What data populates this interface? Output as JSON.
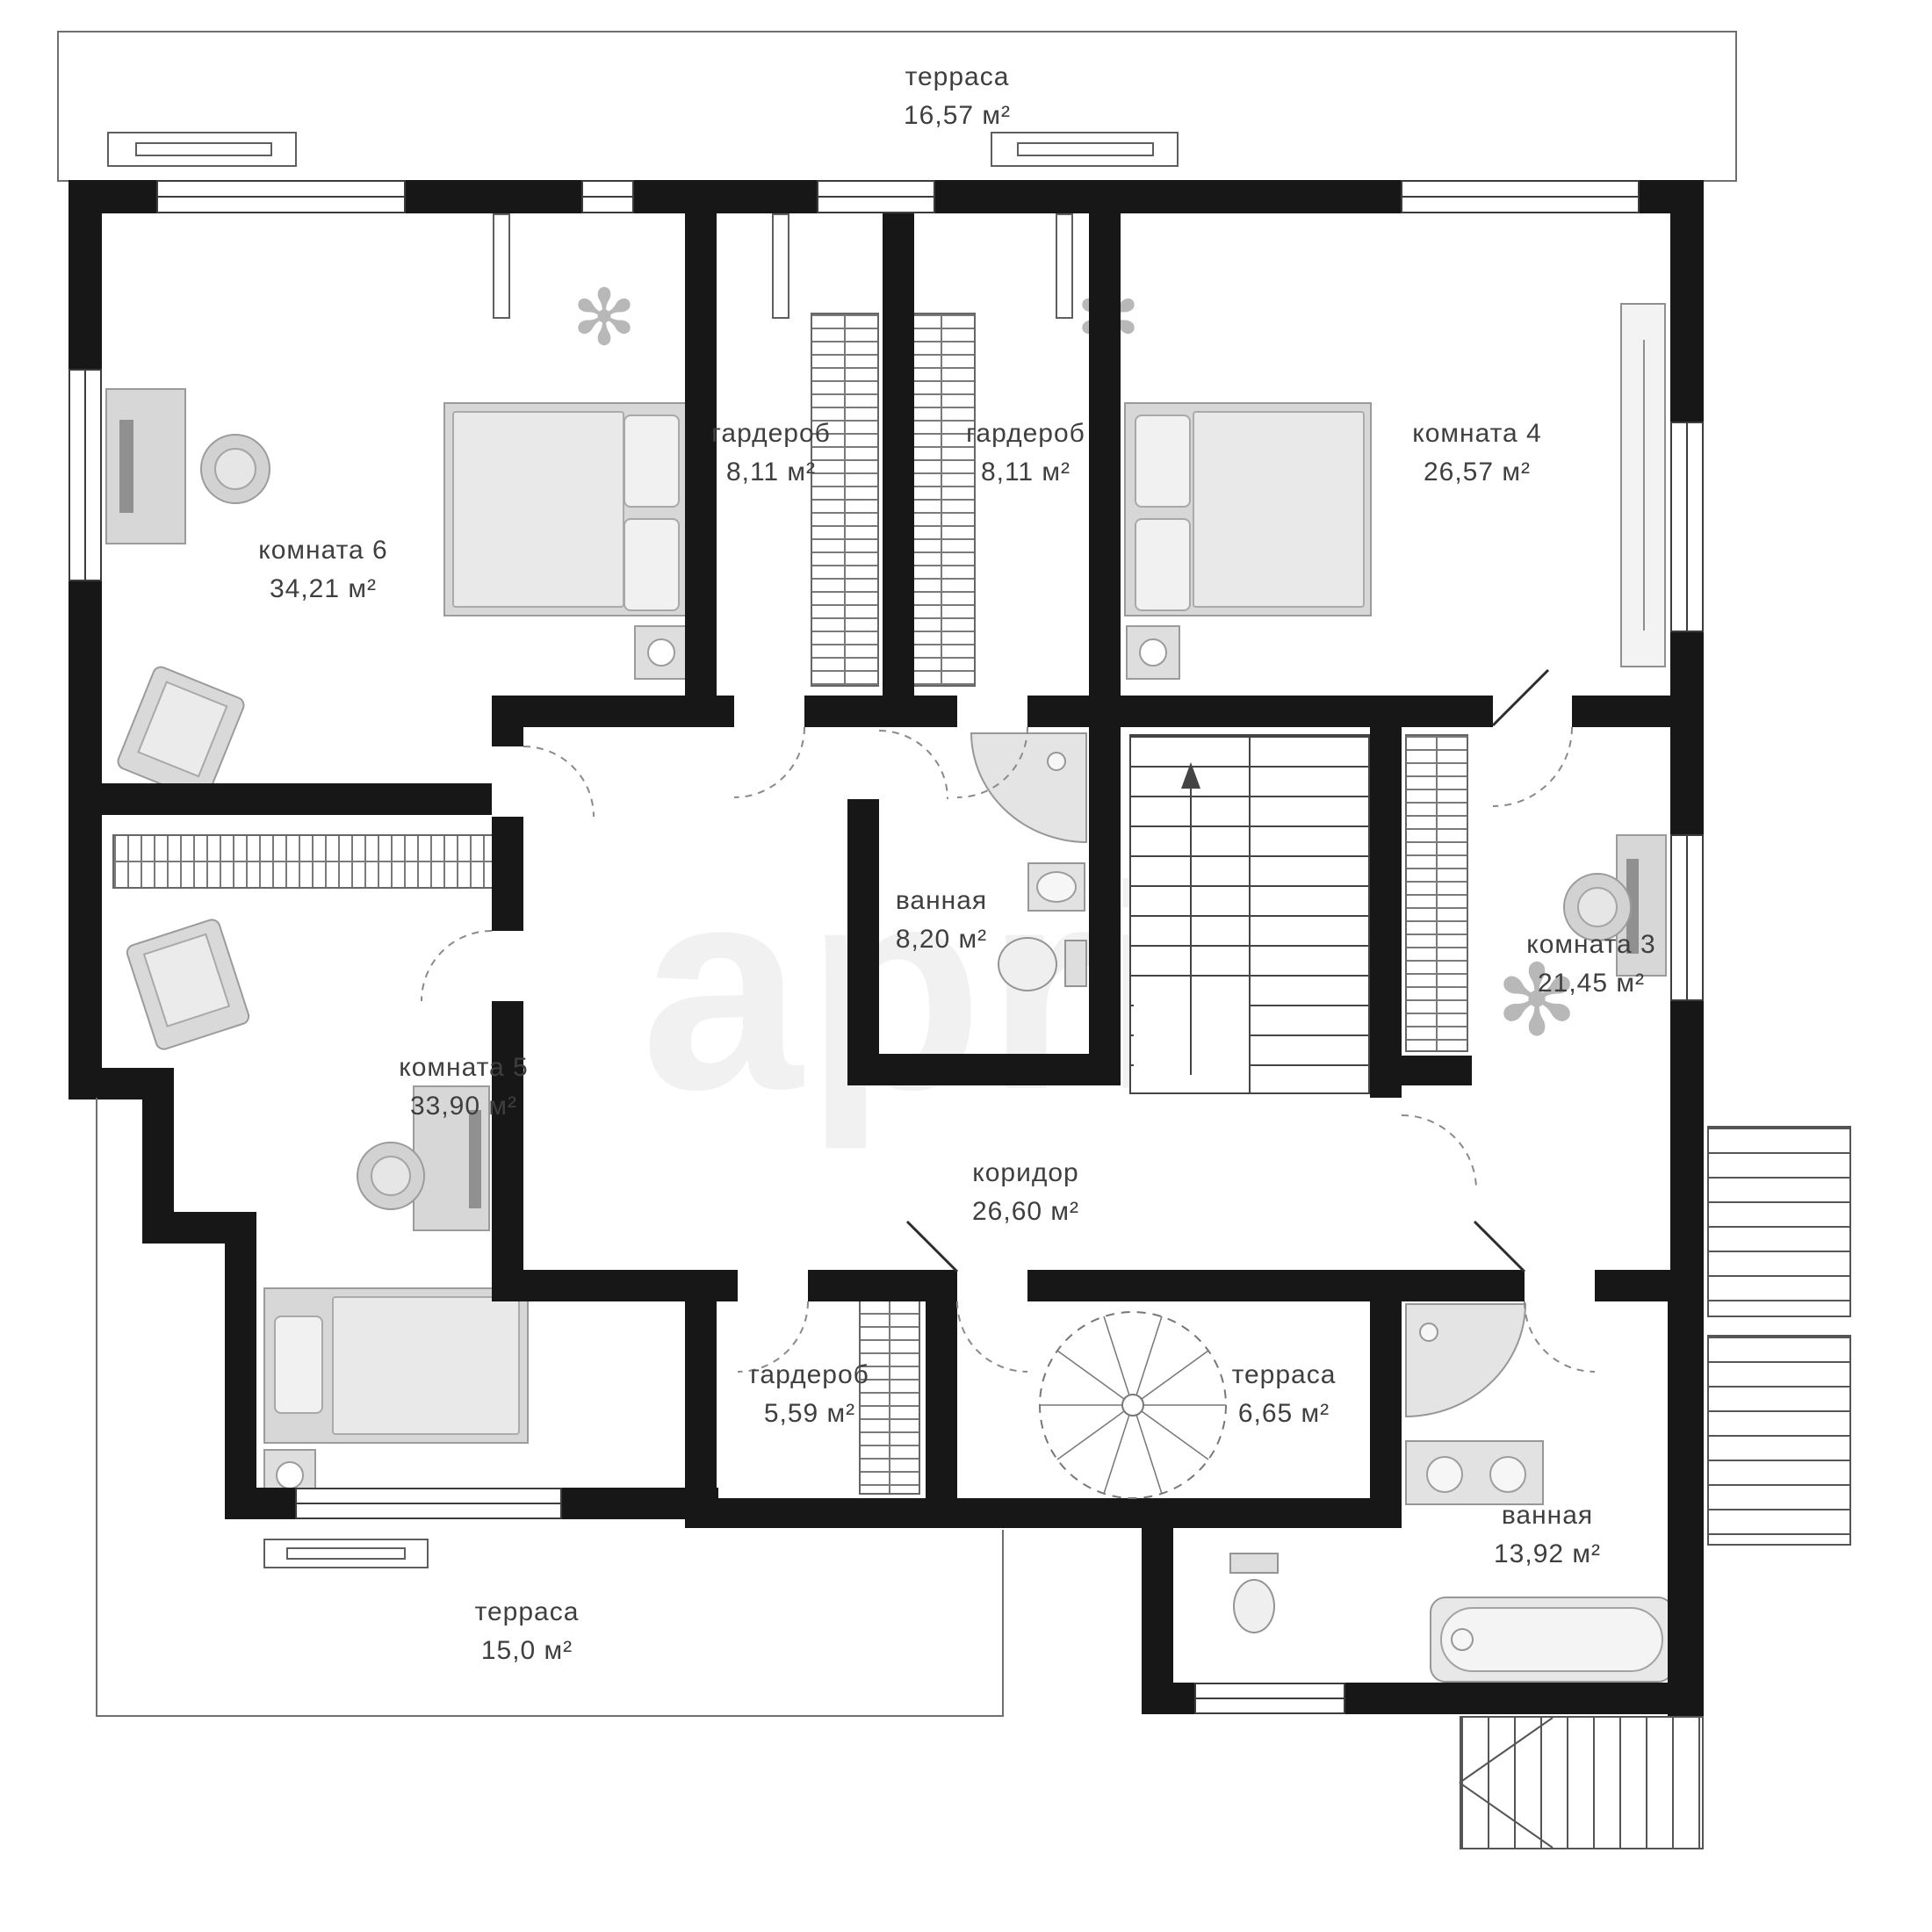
{
  "watermark": {
    "text": "april"
  },
  "icons": {
    "plant": "✻"
  },
  "rooms": [
    {
      "name": "терраса",
      "area": "16,57 м²"
    },
    {
      "name": "комната 6",
      "area": "34,21 м²"
    },
    {
      "name": "гардероб",
      "area": "8,11 м²"
    },
    {
      "name": "гардероб",
      "area": "8,11 м²"
    },
    {
      "name": "комната 4",
      "area": "26,57 м²"
    },
    {
      "name": "ванная",
      "area": "8,20 м²"
    },
    {
      "name": "комната 3",
      "area": "21,45 м²"
    },
    {
      "name": "комната 5",
      "area": "33,90 м²"
    },
    {
      "name": "коридор",
      "area": "26,60 м²"
    },
    {
      "name": "гардероб",
      "area": "5,59 м²"
    },
    {
      "name": "терраса",
      "area": "6,65 м²"
    },
    {
      "name": "ванная",
      "area": "13,92 м²"
    },
    {
      "name": "терраса",
      "area": "15,0 м²"
    }
  ]
}
